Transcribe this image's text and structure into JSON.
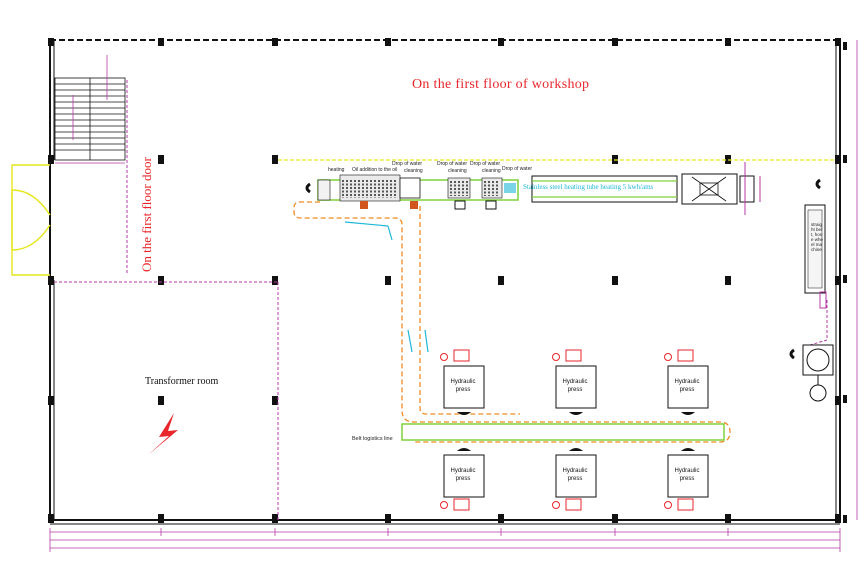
{
  "title": "On the first floor of workshop",
  "door_label": "On the first floor door",
  "transformer_label": "Transformer room",
  "heating_tube_label": "Stainless steel heating tube heating 5 kwh/ams",
  "belt_line_label": "Belt logistics line",
  "press_label": "Hydraulic press",
  "line_labels": {
    "heating": "heating",
    "oil": "Oil addition to the oil",
    "drop1": "Drop of water",
    "cleaning1": "cleaning",
    "drop2": "Drop of water",
    "cleaning2": "cleaning",
    "drop3": "Drop of water",
    "cleaning3": "cleaning",
    "drop4": "Drop of water"
  },
  "machine_label": "straight belt, hose wheel machine",
  "colors": {
    "wall": "#111111",
    "dimension": "#b43aa6",
    "door_frame": "#e6e61c",
    "conveyor": "#7fd23a",
    "belt_dashed": "#f08a24",
    "cyan": "#1fb8d8",
    "red": "#e8262b",
    "yellow_line": "#e6e61c"
  }
}
